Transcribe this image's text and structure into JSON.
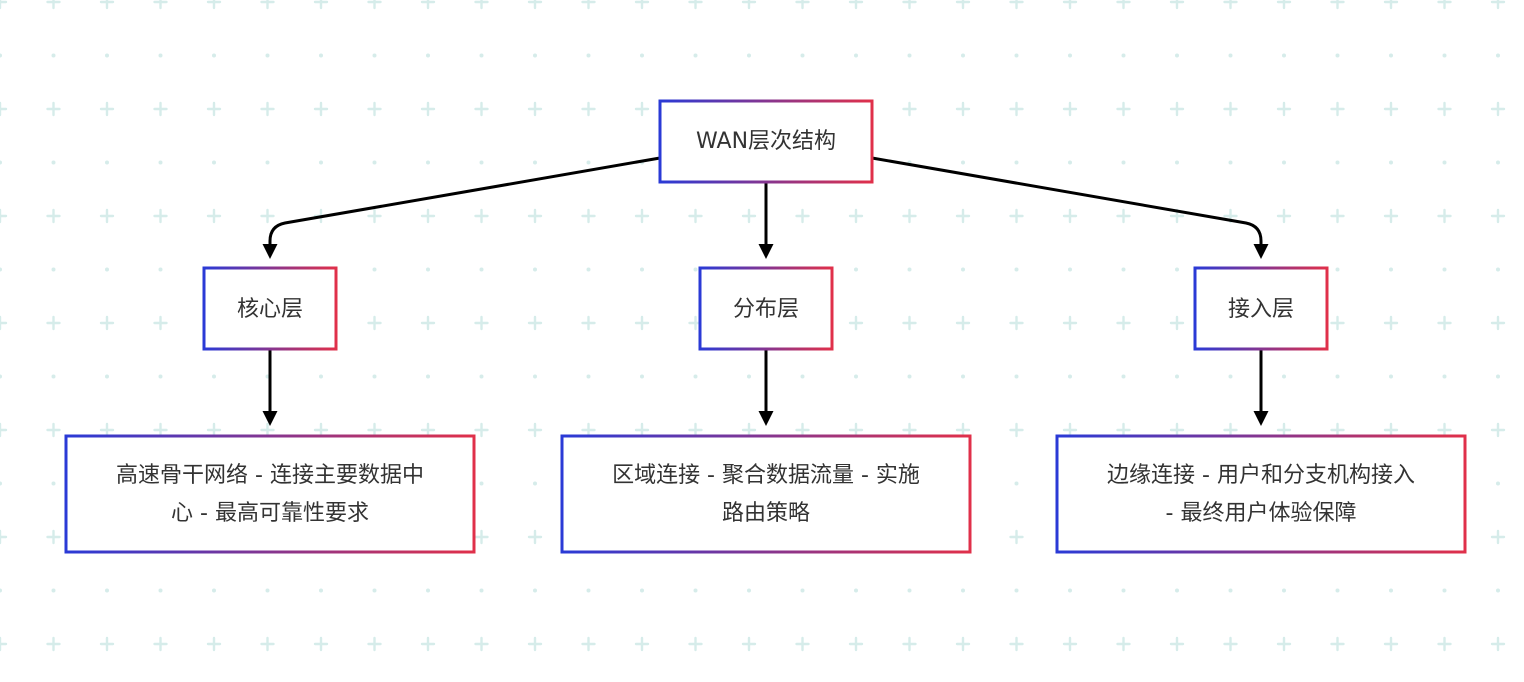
{
  "diagram": {
    "root": {
      "label": "WAN层次结构"
    },
    "layers": [
      {
        "label": "核心层",
        "detail": [
          "高速骨干网络 - 连接主要数据中",
          "心 - 最高可靠性要求"
        ]
      },
      {
        "label": "分布层",
        "detail": [
          "区域连接 - 聚合数据流量 - 实施",
          "路由策略"
        ]
      },
      {
        "label": "接入层",
        "detail": [
          "边缘连接 - 用户和分支机构接入",
          "- 最终用户体验保障"
        ]
      }
    ]
  },
  "colors": {
    "border_start": "#2a3ad6",
    "border_end": "#e0304a",
    "edge": "#000000",
    "background_pattern": "#d6ecea",
    "text": "#333333"
  }
}
